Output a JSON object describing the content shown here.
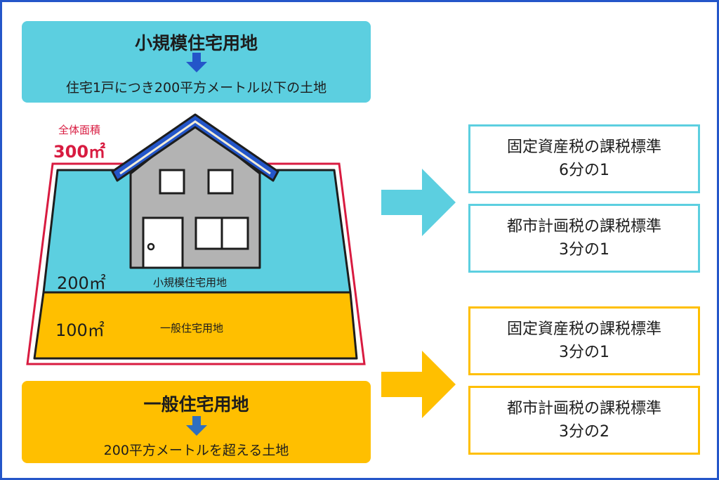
{
  "colors": {
    "frame": "#2456c9",
    "cyan": "#5ccfe0",
    "amber": "#ffbf00",
    "red": "#d81b40",
    "roof": "#2456c9",
    "house": "#b3b3b3",
    "dark": "#1d1d1d"
  },
  "icons": {
    "down_arrow": "arrow-down-icon",
    "right_arrow": "arrow-right-icon",
    "house": "house-icon"
  },
  "small_residential": {
    "title": "小規模住宅用地",
    "description": "住宅1戸につき200平方メートル以下の土地"
  },
  "general_residential": {
    "title": "一般住宅用地",
    "description": "200平方メートルを超える土地"
  },
  "plot": {
    "total_label": "全体面積",
    "total_area": "300㎡",
    "small_area": "200㎡",
    "small_label": "小規模住宅用地",
    "general_area": "100㎡",
    "general_label": "一般住宅用地"
  },
  "tax_boxes": {
    "small": [
      {
        "line1": "固定資産税の課税標準",
        "line2": "6分の1"
      },
      {
        "line1": "都市計画税の課税標準",
        "line2": "3分の1"
      }
    ],
    "general": [
      {
        "line1": "固定資産税の課税標準",
        "line2": "3分の1"
      },
      {
        "line1": "都市計画税の課税標準",
        "line2": "3分の2"
      }
    ]
  }
}
